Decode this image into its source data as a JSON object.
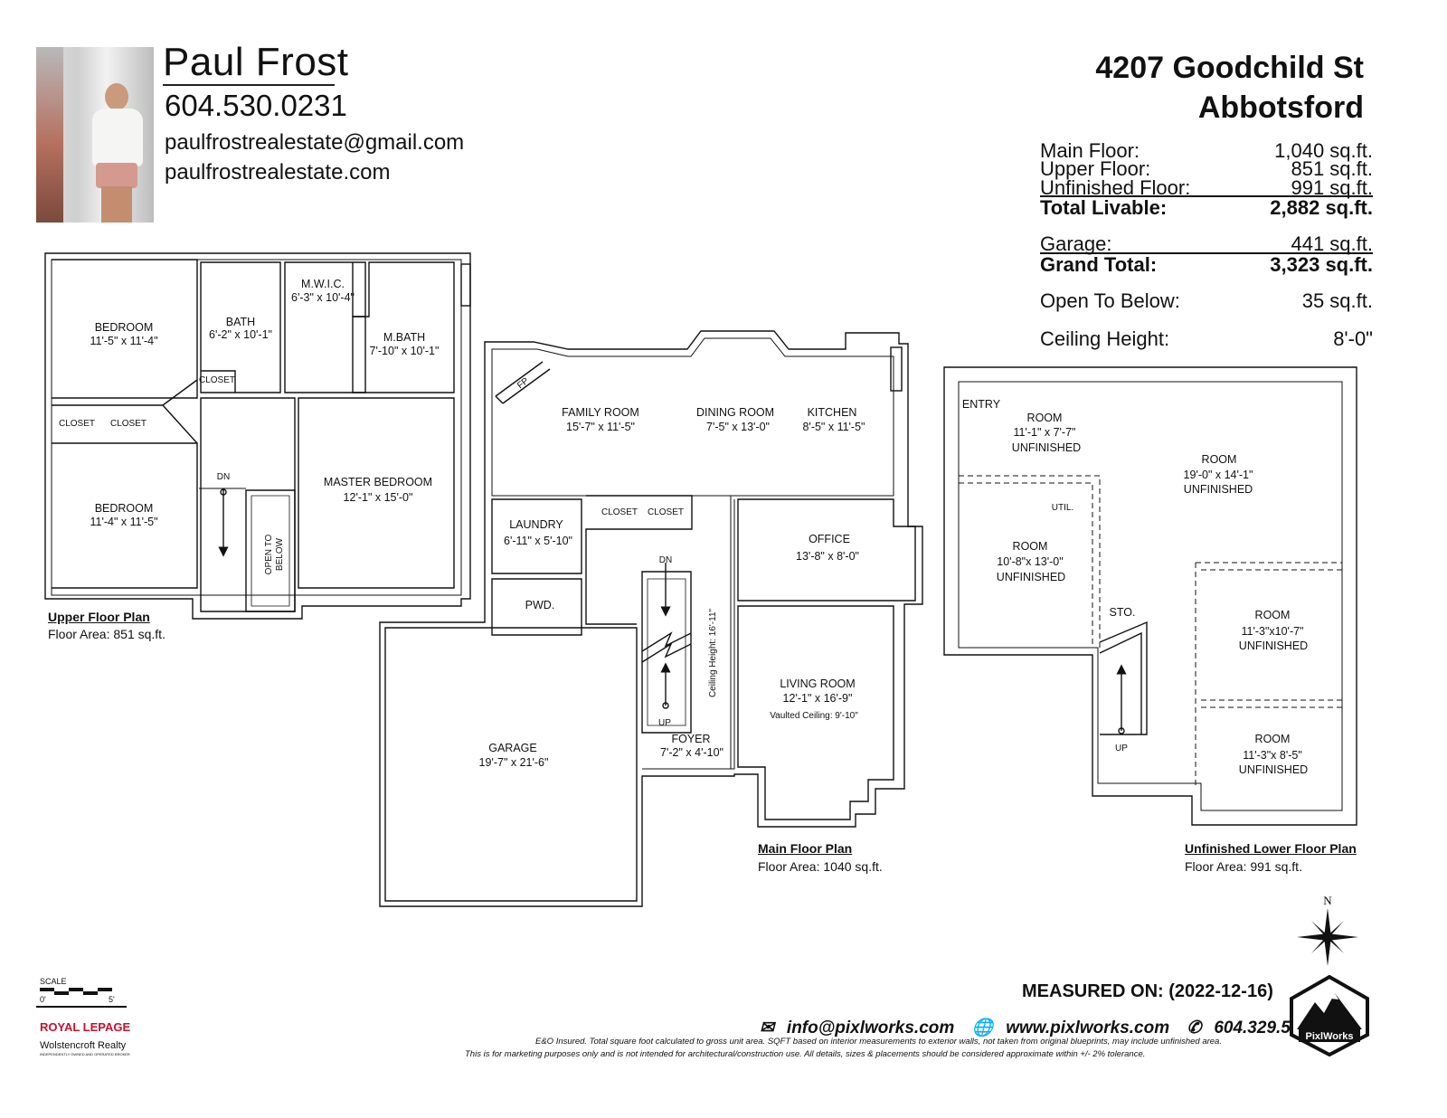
{
  "agent": {
    "name": "Paul Frost",
    "phone": "604.530.0231",
    "email": "paulfrostrealestate@gmail.com",
    "website": "paulfrostrealestate.com"
  },
  "address": {
    "line1": "4207 Goodchild St",
    "line2": "Abbotsford"
  },
  "areas": {
    "main_floor": {
      "label": "Main Floor:",
      "value": "1,040 sq.ft."
    },
    "upper_floor": {
      "label": "Upper Floor:",
      "value": "851 sq.ft."
    },
    "unfinished_floor": {
      "label": "Unfinished Floor:",
      "value": "991 sq.ft."
    },
    "total_livable": {
      "label": "Total Livable:",
      "value": "2,882 sq.ft."
    },
    "garage": {
      "label": "Garage:",
      "value": "441 sq.ft."
    },
    "grand_total": {
      "label": "Grand Total:",
      "value": "3,323 sq.ft."
    },
    "open_to_below": {
      "label": "Open To Below:",
      "value": "35 sq.ft."
    },
    "ceiling_height": {
      "label": "Ceiling Height:",
      "value": "8'-0\""
    }
  },
  "upper": {
    "title": "Upper Floor Plan",
    "area": "Floor Area: 851 sq.ft.",
    "bedroom1": {
      "name": "BEDROOM",
      "dim": "11'-5\" x 11'-4\""
    },
    "bath": {
      "name": "BATH",
      "dim": "6'-2\" x 10'-1\""
    },
    "mwic": {
      "name": "M.W.I.C.",
      "dim": "6'-3\" x 10'-4\""
    },
    "mbath": {
      "name": "M.BATH",
      "dim": "7'-10\" x 10'-1\""
    },
    "closet_a": "CLOSET",
    "closet_b": "CLOSET",
    "closet_c": "CLOSET",
    "bedroom2": {
      "name": "BEDROOM",
      "dim": "11'-4\" x 11'-5\""
    },
    "master": {
      "name": "MASTER BEDROOM",
      "dim": "12'-1\" x 15'-0\""
    },
    "dn": "DN",
    "open1": "OPEN TO",
    "open2": "BELOW"
  },
  "main": {
    "title": "Main Floor Plan",
    "area": "Floor Area: 1040 sq.ft.",
    "fp": "FP",
    "family": {
      "name": "FAMILY ROOM",
      "dim": "15'-7\" x 11'-5\""
    },
    "dining": {
      "name": "DINING ROOM",
      "dim": "7'-5\" x 13'-0\""
    },
    "kitchen": {
      "name": "KITCHEN",
      "dim": "8'-5\" x 11'-5\""
    },
    "laundry": {
      "name": "LAUNDRY",
      "dim": "6'-11\" x 5'-10\""
    },
    "closet_a": "CLOSET",
    "closet_b": "CLOSET",
    "pwd": "PWD.",
    "office": {
      "name": "OFFICE",
      "dim": "13'-8\" x 8'-0\""
    },
    "living": {
      "name": "LIVING ROOM",
      "dim": "12'-1\" x 16'-9\"",
      "note": "Vaulted Ceiling: 9'-10\""
    },
    "ceiling_note": "Ceiling Height: 16'-11\"",
    "dn": "DN",
    "up": "UP",
    "garage": {
      "name": "GARAGE",
      "dim": "19'-7\" x 21'-6\""
    },
    "foyer": {
      "name": "FOYER",
      "dim": "7'-2\" x 4'-10\""
    }
  },
  "lower": {
    "title": "Unfinished Lower Floor Plan",
    "area": "Floor Area: 991 sq.ft.",
    "entry": "ENTRY",
    "room1": {
      "name": "ROOM",
      "dim": "11'-1\" x 7'-7\"",
      "note": "UNFINISHED"
    },
    "room2": {
      "name": "ROOM",
      "dim": "19'-0\" x 14'-1\"",
      "note": "UNFINISHED"
    },
    "util": "UTIL.",
    "room3": {
      "name": "ROOM",
      "dim": "10'-8\"x 13'-0\"",
      "note": "UNFINISHED"
    },
    "sto": "STO.",
    "room4": {
      "name": "ROOM",
      "dim": "11'-3\"x10'-7\"",
      "note": "UNFINISHED"
    },
    "room5": {
      "name": "ROOM",
      "dim": "11'-3\"x 8'-5\"",
      "note": "UNFINISHED"
    },
    "up": "UP"
  },
  "scale": {
    "label": "SCALE",
    "start": "0'",
    "end": "5'"
  },
  "brokerage": {
    "name": "ROYAL LEPAGE",
    "office": "Wolstencroft Realty",
    "tagline": "INDEPENDENTLY OWNED AND OPERATED BROKER"
  },
  "compass": "N",
  "measured": "MEASURED ON: (2022-12-16)",
  "contact": {
    "email": "info@pixlworks.com",
    "web": "www.pixlworks.com",
    "phone": "604.329.5788"
  },
  "disclaimer1": "E&O Insured.  Total square foot calculated to gross unit area. SQFT based on interior measurements to exterior walls, not taken from original blueprints, may include unfinished area.",
  "disclaimer2": "This is for marketing purposes only and is not intended for architectural/construction use.  All details, sizes & placements should be considered approximate within +/- 2% tolerance.",
  "logo": "PixlWorks",
  "colors": {
    "line": "#111111",
    "brand_red": "#c8102e"
  }
}
